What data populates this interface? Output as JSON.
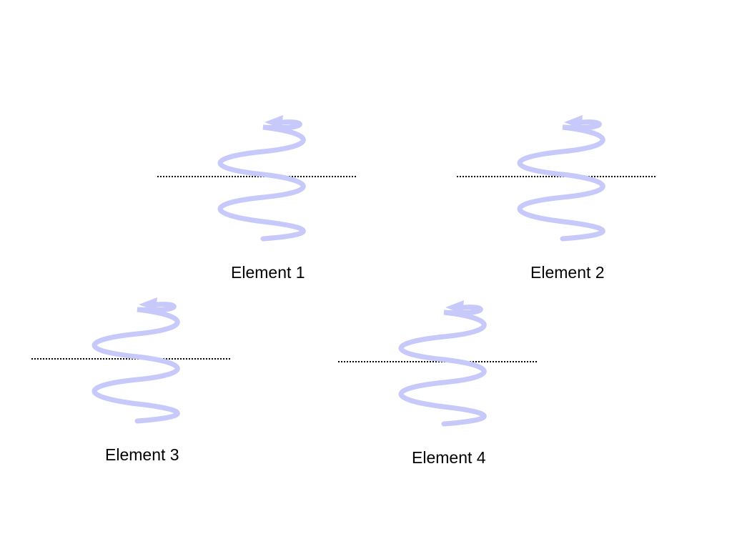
{
  "diagram": {
    "elements": [
      {
        "label": "Element 1"
      },
      {
        "label": "Element 2"
      },
      {
        "label": "Element 3"
      },
      {
        "label": "Element 4"
      }
    ],
    "colors": {
      "spiral": "#c7c9fb",
      "axis_line": "#000000",
      "label": "#000000",
      "background": "#ffffff"
    },
    "icons": {
      "spiral": "helical-spiral-arrow-icon",
      "axis": "dotted-axis-line"
    }
  }
}
